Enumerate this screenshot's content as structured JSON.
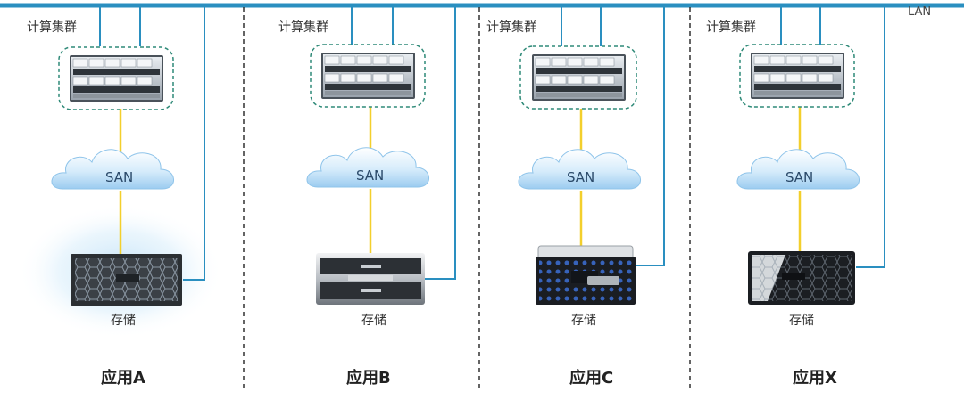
{
  "network": {
    "lan_label": "LAN",
    "colors": {
      "lan_line": "#2a8fc0",
      "fc_link": "#f3cf2c",
      "cluster_border": "#2f8a78"
    }
  },
  "network_label": "SAN",
  "panels": [
    {
      "cluster_label": "计算集群",
      "storage_label": "存储",
      "app_name": "应用A",
      "storage_icon": "storage-array-icon"
    },
    {
      "cluster_label": "计算集群",
      "storage_label": "存储",
      "app_name": "应用B",
      "storage_icon": "storage-array-icon"
    },
    {
      "cluster_label": "计算集群",
      "storage_label": "存储",
      "app_name": "应用C",
      "storage_icon": "storage-array-icon"
    },
    {
      "cluster_label": "计算集群",
      "storage_label": "存储",
      "app_name": "应用X",
      "storage_icon": "storage-array-icon"
    }
  ]
}
